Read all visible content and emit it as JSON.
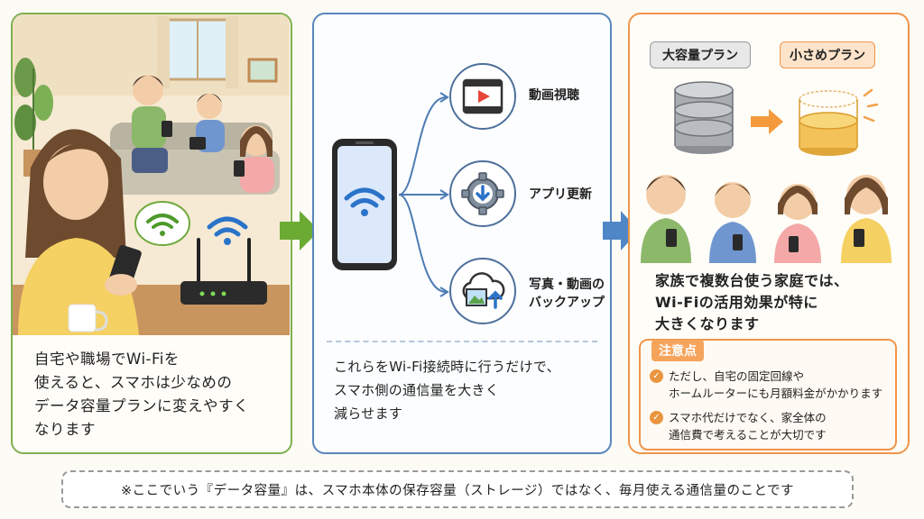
{
  "left_panel": {
    "description": "自宅や職場でWi-Fiを\n使えると、スマホは少なめの\nデータ容量プランに変えやすく\nなります"
  },
  "middle_panel": {
    "features": [
      {
        "label": "動画視聴",
        "icon": "video-play-icon"
      },
      {
        "label": "アプリ更新",
        "icon": "gear-download-icon"
      },
      {
        "label": "写真・動画の\nバックアップ",
        "icon": "cloud-upload-icon"
      }
    ],
    "description": "これらをWi-Fi接続時に行うだけで、\nスマホ側の通信量を大きく\n減らせます"
  },
  "right_panel": {
    "large_plan_label": "大容量プラン",
    "small_plan_label": "小さめプラン",
    "description": "家族で複数台使う家庭では、\nWi-Fiの活用効果が特に\n大きくなります",
    "caution": {
      "title": "注意点",
      "items": [
        "ただし、自宅の固定回線や\nホームルーターにも月額料金がかかります",
        "スマホ代だけでなく、家全体の\n通信費で考えることが大切です"
      ]
    }
  },
  "footnote": "※ここでいう『データ容量』は、スマホ本体の保存容量（ストレージ）ではなく、毎月使える通信量のことです",
  "colors": {
    "green": "#7fb04f",
    "blue": "#5a86bd",
    "orange": "#f0954a"
  }
}
